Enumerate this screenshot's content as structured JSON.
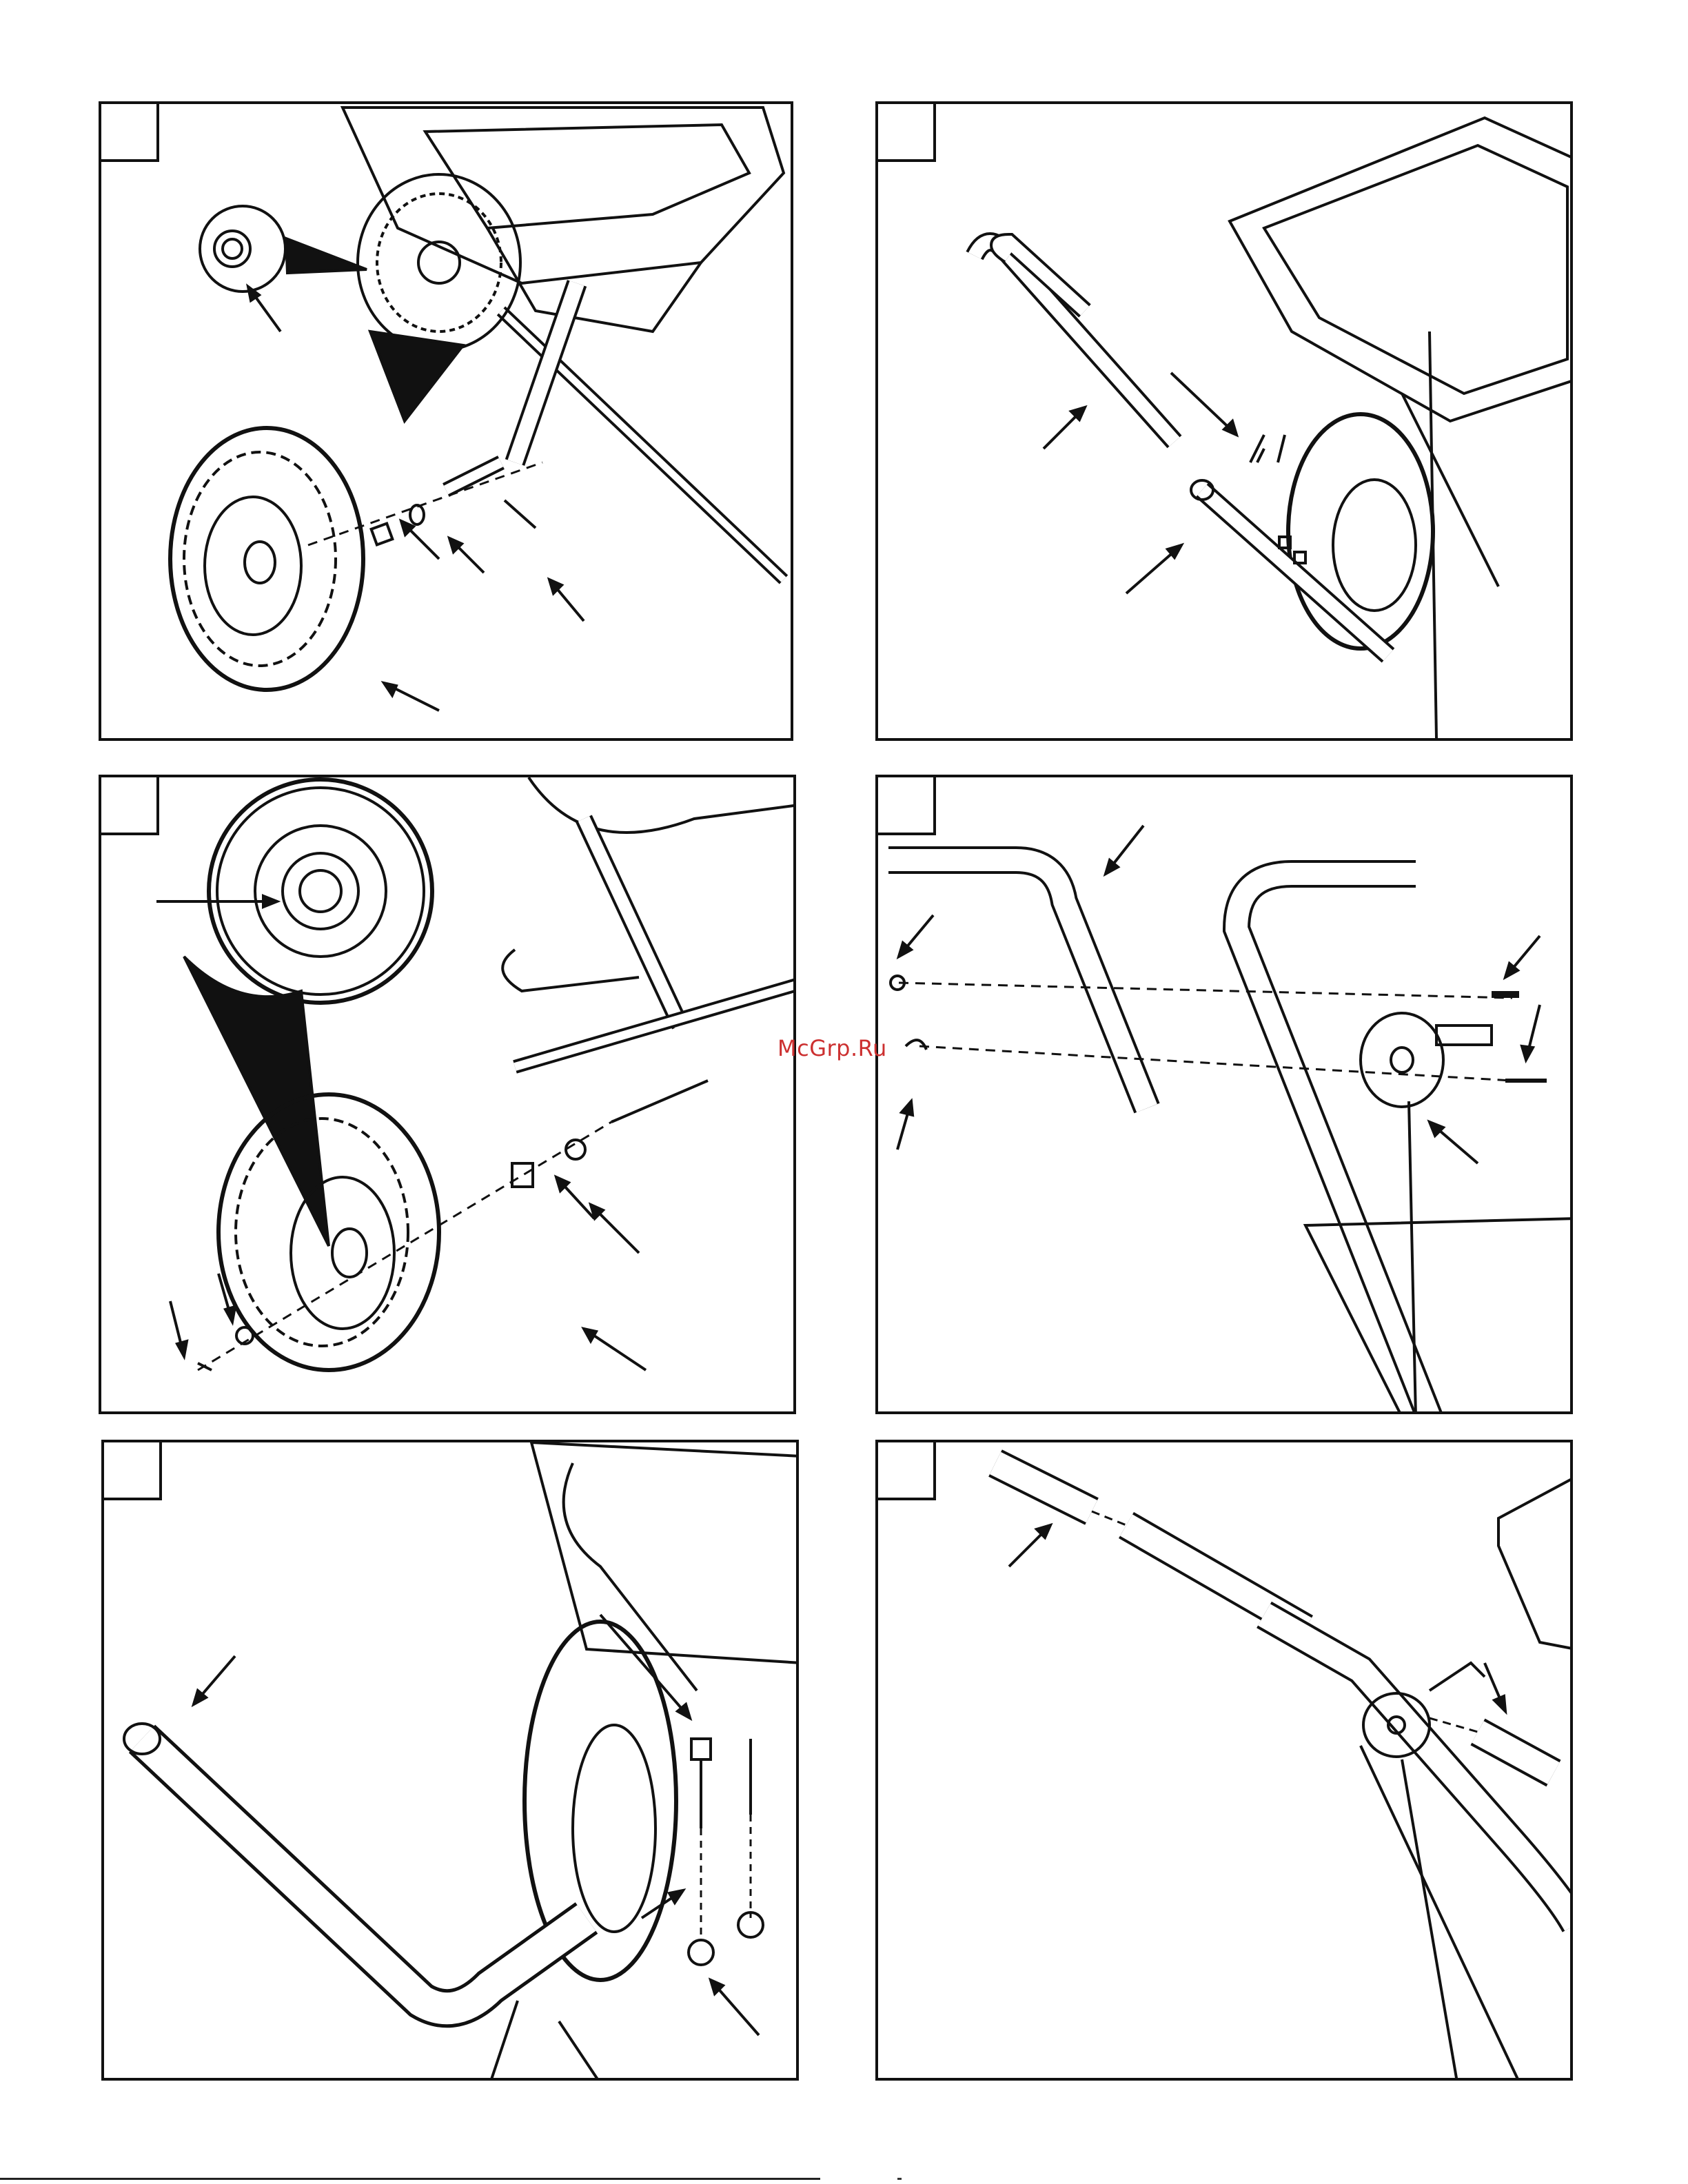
{
  "watermark": {
    "text": "McGrp.Ru"
  },
  "panels": [
    {
      "id": "panel-1",
      "step_label": ""
    },
    {
      "id": "panel-2",
      "step_label": ""
    },
    {
      "id": "panel-3",
      "step_label": ""
    },
    {
      "id": "panel-4",
      "step_label": ""
    },
    {
      "id": "panel-5",
      "step_label": ""
    },
    {
      "id": "panel-6",
      "step_label": ""
    }
  ],
  "colors": {
    "line": "#111111",
    "watermark": "#cc3030"
  }
}
